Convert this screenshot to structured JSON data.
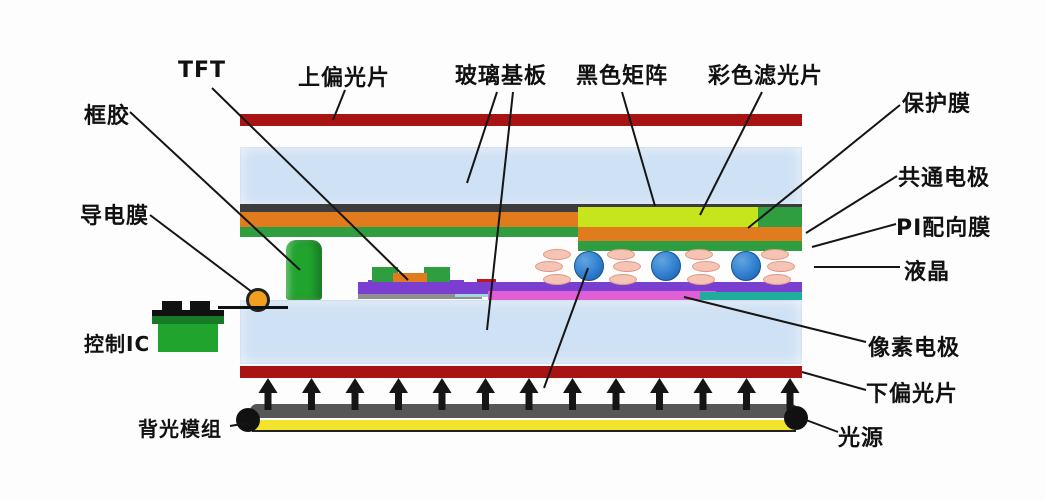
{
  "diagram": {
    "labels": {
      "tft": "TFT",
      "upper_polarizer": "上偏光片",
      "glass_substrate": "玻璃基板",
      "black_matrix": "黑色矩阵",
      "color_filter": "彩色滤光片",
      "protective_film": "保护膜",
      "common_electrode": "共通电极",
      "pi_alignment_film": "PI配向膜",
      "liquid_crystal": "液晶",
      "frame_sealant": "框胶",
      "conductive_film": "导电膜",
      "control_ic": "控制IC",
      "pixel_electrode": "像素电极",
      "lower_polarizer": "下偏光片",
      "backlight_module": "背光模组",
      "light_source": "光源"
    },
    "colors": {
      "polarizer": "#a81414",
      "glass": "#cfe1f4",
      "black_matrix": "#3c3c3c",
      "electrode_orange": "#e07b1e",
      "alignment_green": "#2f9e40",
      "color_filter_yellow": "#c6e51c",
      "purple_layer": "#7a3fd0",
      "pixel_magenta": "#e05fd5",
      "teal_layer": "#1fae9e",
      "tft_gray": "#8f8f8f",
      "tft_red": "#c81616",
      "tft_cyan": "#9fd8dc",
      "lc_drop_blue": "#2f7fd0",
      "lc_pill_pink": "#f5c4b4",
      "sealant_green": "#21a42e",
      "ic_green": "#21a42e",
      "ic_dark_green": "#187a26",
      "conductive_orange": "#f0a01e",
      "backlight_gray": "#565656",
      "backlight_yellow": "#f2e32c",
      "line_black": "#151515"
    },
    "backlight": {
      "arrow_count": 13
    }
  }
}
